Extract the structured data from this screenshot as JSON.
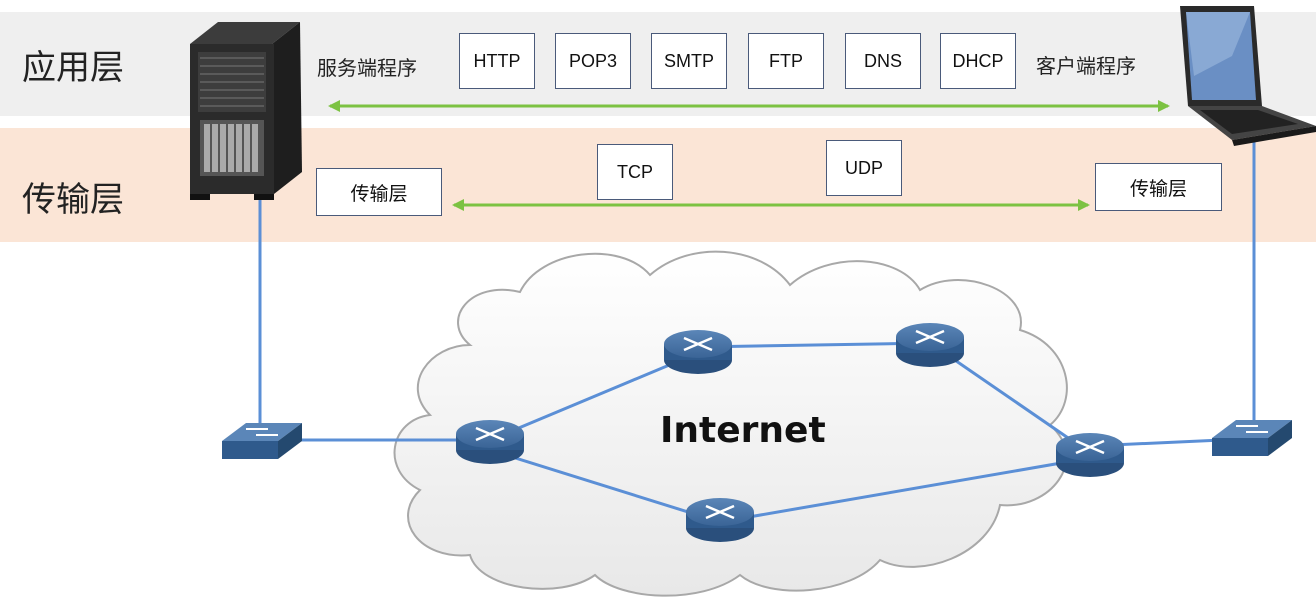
{
  "layers": {
    "application": "应用层",
    "transport": "传输层"
  },
  "application": {
    "server_program": "服务端程序",
    "client_program": "客户端程序",
    "protocols": [
      "HTTP",
      "POP3",
      "SMTP",
      "FTP",
      "DNS",
      "DHCP"
    ]
  },
  "transport": {
    "left_box": "传输层",
    "right_box": "传输层",
    "protocols": [
      "TCP",
      "UDP"
    ]
  },
  "network": {
    "label": "Internet"
  },
  "colors": {
    "app_band": "#efefef",
    "transport_band": "#fbe5d6",
    "arrow": "#7cc242",
    "link": "#5b8fd6",
    "router": "#2f5a8c"
  },
  "icons": [
    "server-icon",
    "laptop-icon",
    "switch-icon",
    "router-icon",
    "cloud-icon"
  ]
}
